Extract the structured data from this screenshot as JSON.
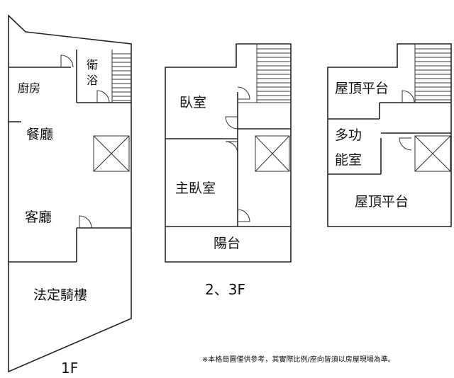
{
  "floors": {
    "f1": {
      "caption": "1F",
      "rooms": {
        "kitchen": "廚房",
        "bath_line1": "衛",
        "bath_line2": "浴",
        "dining": "餐廳",
        "living": "客廳",
        "arcade": "法定騎樓"
      }
    },
    "f23": {
      "caption": "2、3F",
      "rooms": {
        "bedroom": "臥室",
        "master": "主臥室",
        "balcony": "陽台"
      }
    },
    "roof": {
      "rooms": {
        "terrace_top": "屋頂平台",
        "multi_line1": "多功",
        "multi_line2": "能室",
        "terrace_bottom": "屋頂平台"
      }
    }
  },
  "disclaimer": "※本格局圖僅供參考，其實際比例/座向皆須以房屋現場為準。"
}
